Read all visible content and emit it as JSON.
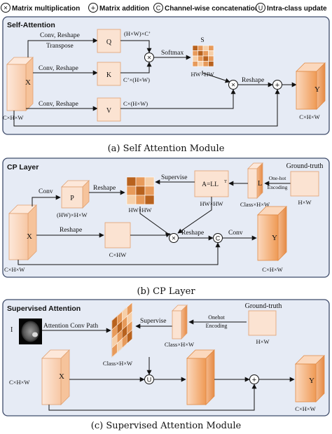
{
  "legend": [
    {
      "symbol": "×",
      "label": "Matrix multiplication"
    },
    {
      "symbol": "+",
      "label": "Matrix addition"
    },
    {
      "symbol": "C",
      "label": "Channel-wise concatenation"
    },
    {
      "symbol": "U",
      "label": "Intra-class update"
    }
  ],
  "panel_a": {
    "title": "Self-Attention",
    "caption": "(a) Self Attention Module",
    "x_label": "X",
    "x_dim": "C×H×W",
    "q_label": "Q",
    "k_label": "K",
    "v_label": "V",
    "conv_reshape_1": "Conv, Reshape",
    "transpose": "Transpose",
    "conv_reshape_2": "Conv, Reshape",
    "conv_reshape_3": "Conv, Reshape",
    "q_dim": "(H×W)×C’",
    "k_dim": "C’×(H×W)",
    "v_dim": "C×(H×W)",
    "softmax": "Softmax",
    "s_label": "S",
    "s_dim": "HW×HW",
    "reshape": "Reshape",
    "y_label": "Y",
    "y_dim": "C×H×W"
  },
  "panel_b": {
    "title": "CP Layer",
    "caption": "(b) CP Layer",
    "x_label": "X",
    "x_dim": "C×H×W",
    "conv_1": "Conv",
    "p_label": "P",
    "p_dim": "(HW)×H×W",
    "reshape_1": "Reshape",
    "hw_dim": "HW×HW",
    "supervise": "Supervise",
    "a_label": "A=LL",
    "a_sup": "T",
    "a_dim": "HW×HW",
    "l_label": "L",
    "l_dim": "Class×H×W",
    "onehot_1": "One-hot",
    "onehot_2": "Encoding",
    "gt_label": "Ground-truth",
    "gt_dim": "H×W",
    "reshape_2": "Reshape",
    "chw_dim": "C×HW",
    "reshape_3": "Reshape",
    "conv_2": "Conv",
    "y_label": "Y",
    "y_dim": "C×H×W"
  },
  "panel_c": {
    "title": "Supervised Attention",
    "caption": "(c) Supervised Attention Module",
    "i_label": "I",
    "path_label": "Attention Conv Path",
    "supervise": "Supervise",
    "class_dim_1": "Class×H×W",
    "class_dim_2": "Class×H×W",
    "onehot_1": "Onehot",
    "onehot_2": "Encoding",
    "gt_label": "Ground-truth",
    "gt_dim": "H×W",
    "x_label": "X",
    "x_dim": "C×H×W",
    "y_label": "Y",
    "y_dim": "C×H×W"
  },
  "colors": {
    "panel_fill": "#e6ebf5",
    "panel_stroke": "#3f4c6b",
    "light_block": "#fbe3d2",
    "block_stroke": "#e0a070",
    "grad_dark": "#f29a50",
    "grid_dark": "#b8621e",
    "grid_mid": "#e79a5a",
    "grid_light": "#f6cfa8"
  }
}
